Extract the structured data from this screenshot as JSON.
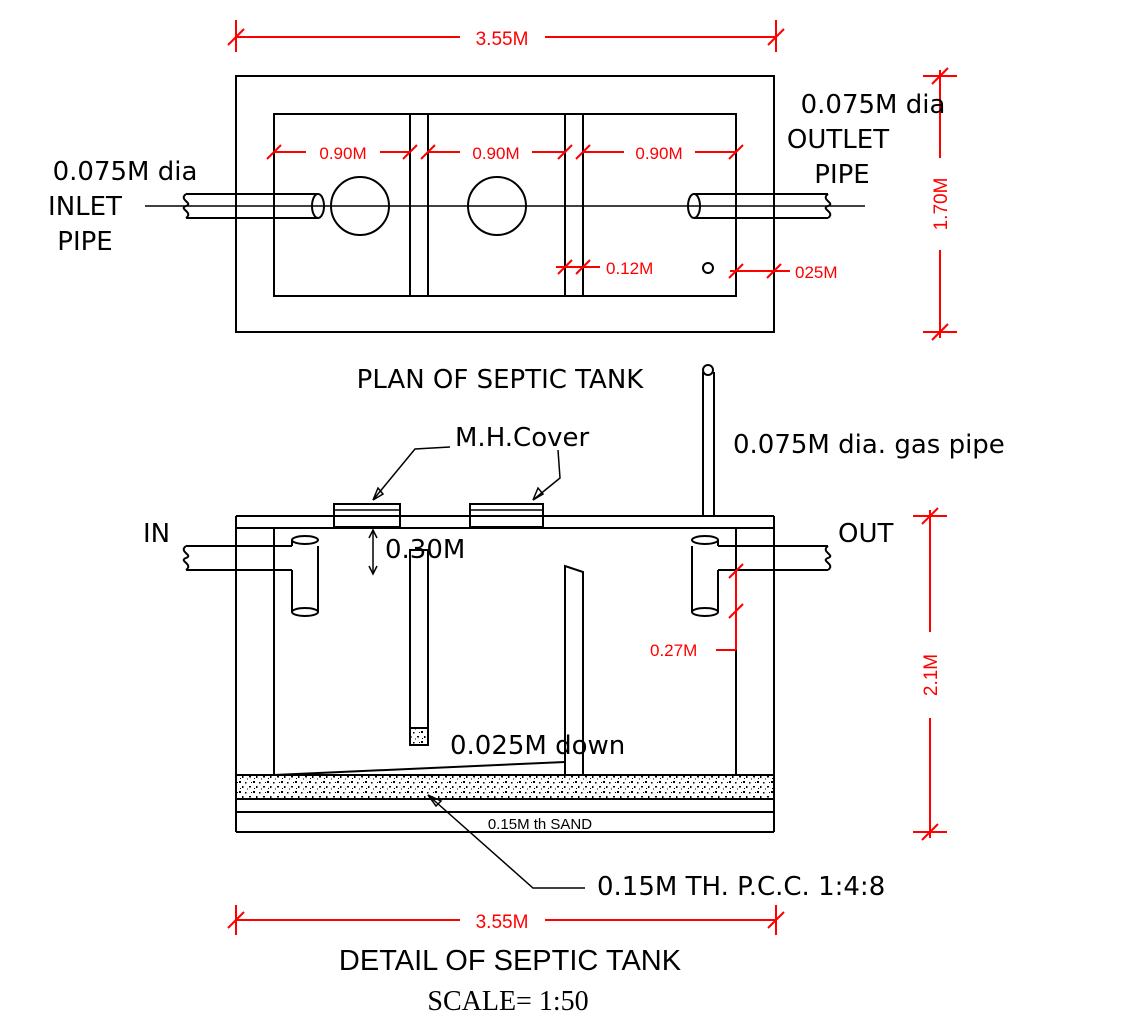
{
  "plan": {
    "width_dim": "3.55M",
    "height_dim": "1.70M",
    "chamber_widths": [
      "0.90M",
      "0.90M",
      "0.90M"
    ],
    "wall_dim": "0.12M",
    "hole_dim": "025M",
    "inlet_label": [
      "0.075M  dia",
      "INLET",
      "PIPE"
    ],
    "outlet_label": [
      "0.075M  dia",
      "OUTLET",
      "PIPE"
    ],
    "title": "PLAN OF SEPTIC TANK"
  },
  "section": {
    "gas_pipe_label": "0.075M   dia. gas pipe",
    "mh_cover_label": "M.H.Cover",
    "in_label": "IN",
    "out_label": "OUT",
    "cover_depth_dim": "0.30M",
    "outlet_drop_dim": "0.27M",
    "height_dim": "2.1M",
    "baffle_note": "0.025M  down",
    "sand_label": "0.15M  th  SAND",
    "pcc_label": "0.15M  TH.  P.C.C.  1:4:8",
    "width_dim": "3.55M",
    "title": "DETAIL OF SEPTIC TANK",
    "scale": "SCALE= 1:50"
  }
}
